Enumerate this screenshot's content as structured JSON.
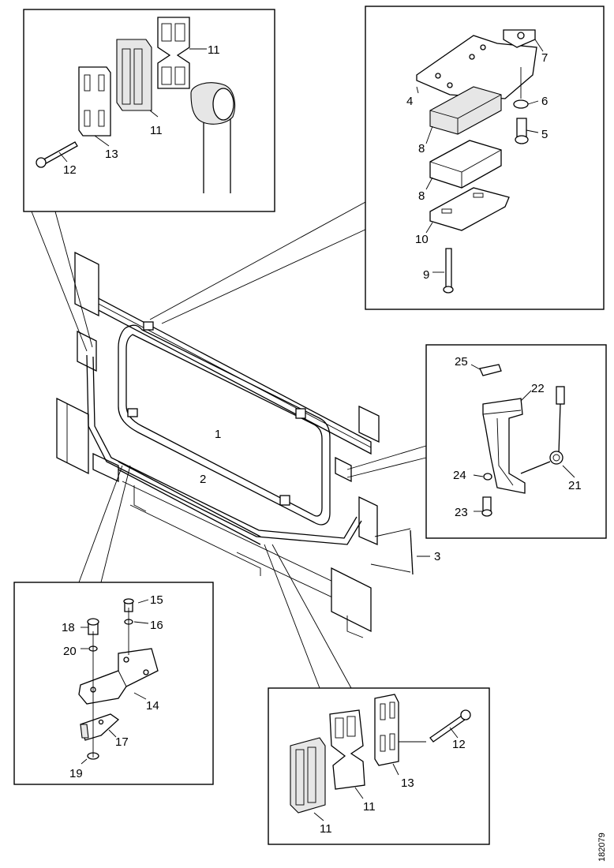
{
  "callouts": {
    "n1": "1",
    "n2": "2",
    "n3": "3",
    "n4": "4",
    "n5": "5",
    "n6": "6",
    "n7": "7",
    "n8a": "8",
    "n8b": "8",
    "n9": "9",
    "n10": "10",
    "n11a": "11",
    "n11b": "11",
    "n11c": "11",
    "n11d": "11",
    "n12a": "12",
    "n12b": "12",
    "n13a": "13",
    "n13b": "13",
    "n14": "14",
    "n15": "15",
    "n16": "16",
    "n17": "17",
    "n18": "18",
    "n19": "19",
    "n20": "20",
    "n21": "21",
    "n22": "22",
    "n23": "23",
    "n24": "24",
    "n25": "25"
  },
  "document_id": "182079"
}
